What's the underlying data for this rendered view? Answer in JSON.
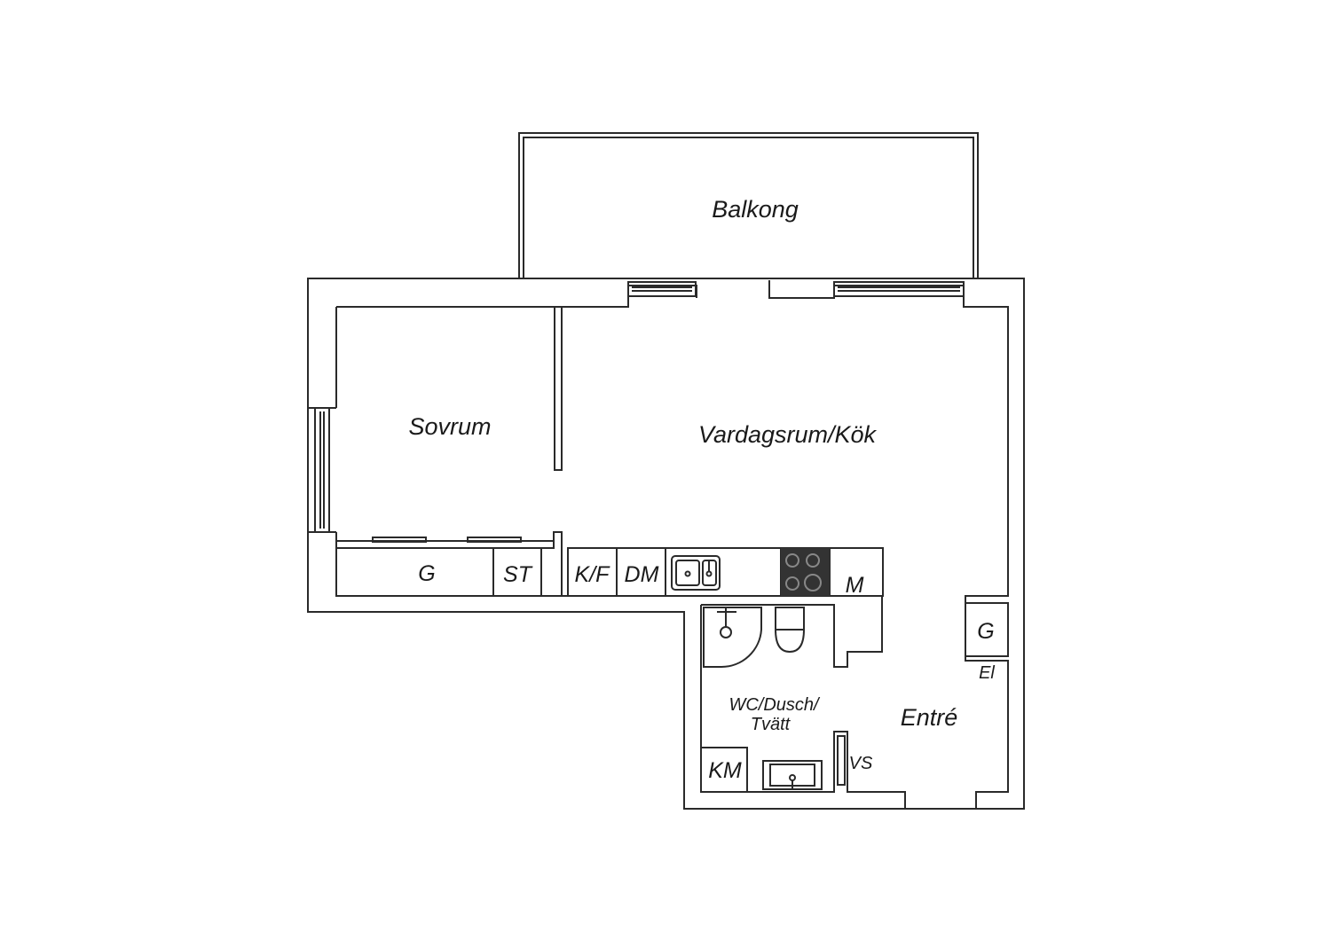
{
  "rooms": {
    "balcony": "Balkong",
    "bedroom": "Sovrum",
    "living_kitchen": "Vardagsrum/Kök",
    "bathroom_line1": "WC/Dusch/",
    "bathroom_line2": "Tvätt",
    "entrance": "Entré"
  },
  "fixtures": {
    "wardrobe_bedroom": "G",
    "storage": "ST",
    "fridge_freezer": "K/F",
    "dishwasher": "DM",
    "microwave": "M",
    "wardrobe_entrance": "G",
    "electric_panel": "El",
    "washing_machine": "KM",
    "coat_closet": "VS"
  },
  "colors": {
    "line": "#2a2a2a",
    "stove": "#333333"
  }
}
